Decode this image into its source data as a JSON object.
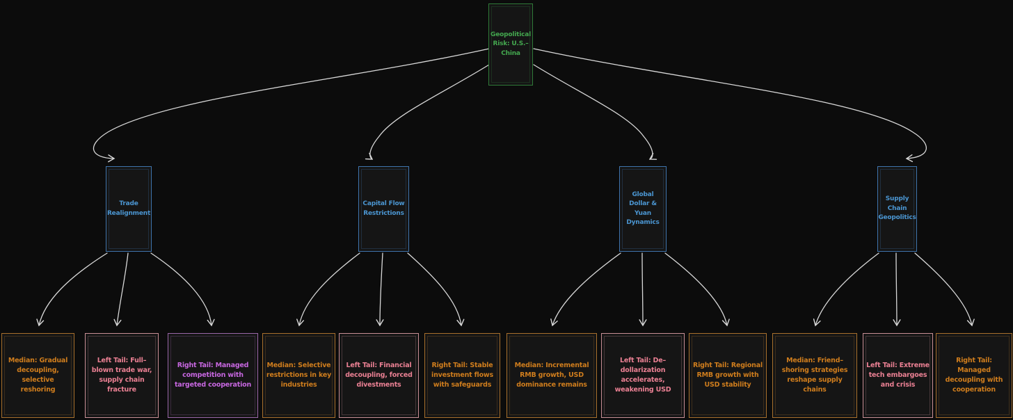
{
  "colors": {
    "bg": "#0c0c0c",
    "node-fill": "#151515",
    "arrow": "#d9d9d9",
    "green-text": "#44a84f",
    "green-border": "#2f7a38",
    "blue-text": "#4b96d2",
    "blue-border": "#3f74ad",
    "orange-text": "#cf7d1d",
    "orange-border": "#a8702c",
    "pink-text": "#ea8093",
    "pink-border": "#c98f96",
    "purple-text": "#c767e0",
    "purple-border": "#9a66a8"
  },
  "diagram": {
    "root": {
      "label": "Geopolitical Risk: U.S.–China",
      "tone": "green"
    },
    "branches": [
      {
        "label": "Trade Realignment",
        "tone": "blue",
        "leaves": [
          {
            "label": "Median: Gradual decoupling, selective reshoring",
            "tone": "orange"
          },
          {
            "label": "Left Tail: Full–blown trade war, supply chain fracture",
            "tone": "pink"
          },
          {
            "label": "Right Tail: Managed competition with targeted cooperation",
            "tone": "purple"
          }
        ]
      },
      {
        "label": "Capital Flow Restrictions",
        "tone": "blue",
        "leaves": [
          {
            "label": "Median: Selective restrictions in key industries",
            "tone": "orange"
          },
          {
            "label": "Left Tail: Financial decoupling, forced divestments",
            "tone": "pink"
          },
          {
            "label": "Right Tail: Stable investment flows with safeguards",
            "tone": "orange"
          }
        ]
      },
      {
        "label": "Global Dollar & Yuan Dynamics",
        "tone": "blue",
        "leaves": [
          {
            "label": "Median: Incremental RMB growth, USD dominance remains",
            "tone": "orange"
          },
          {
            "label": "Left Tail: De–dollarization accelerates, weakening USD",
            "tone": "pink"
          },
          {
            "label": "Right Tail: Regional RMB growth with USD stability",
            "tone": "orange"
          }
        ]
      },
      {
        "label": "Supply Chain Geopolitics",
        "tone": "blue",
        "leaves": [
          {
            "label": "Median: Friend–shoring strategies reshape supply chains",
            "tone": "orange"
          },
          {
            "label": "Left Tail: Extreme tech embargoes and crisis",
            "tone": "pink"
          },
          {
            "label": "Right Tail: Managed decoupling with cooperation",
            "tone": "orange"
          }
        ]
      }
    ]
  }
}
